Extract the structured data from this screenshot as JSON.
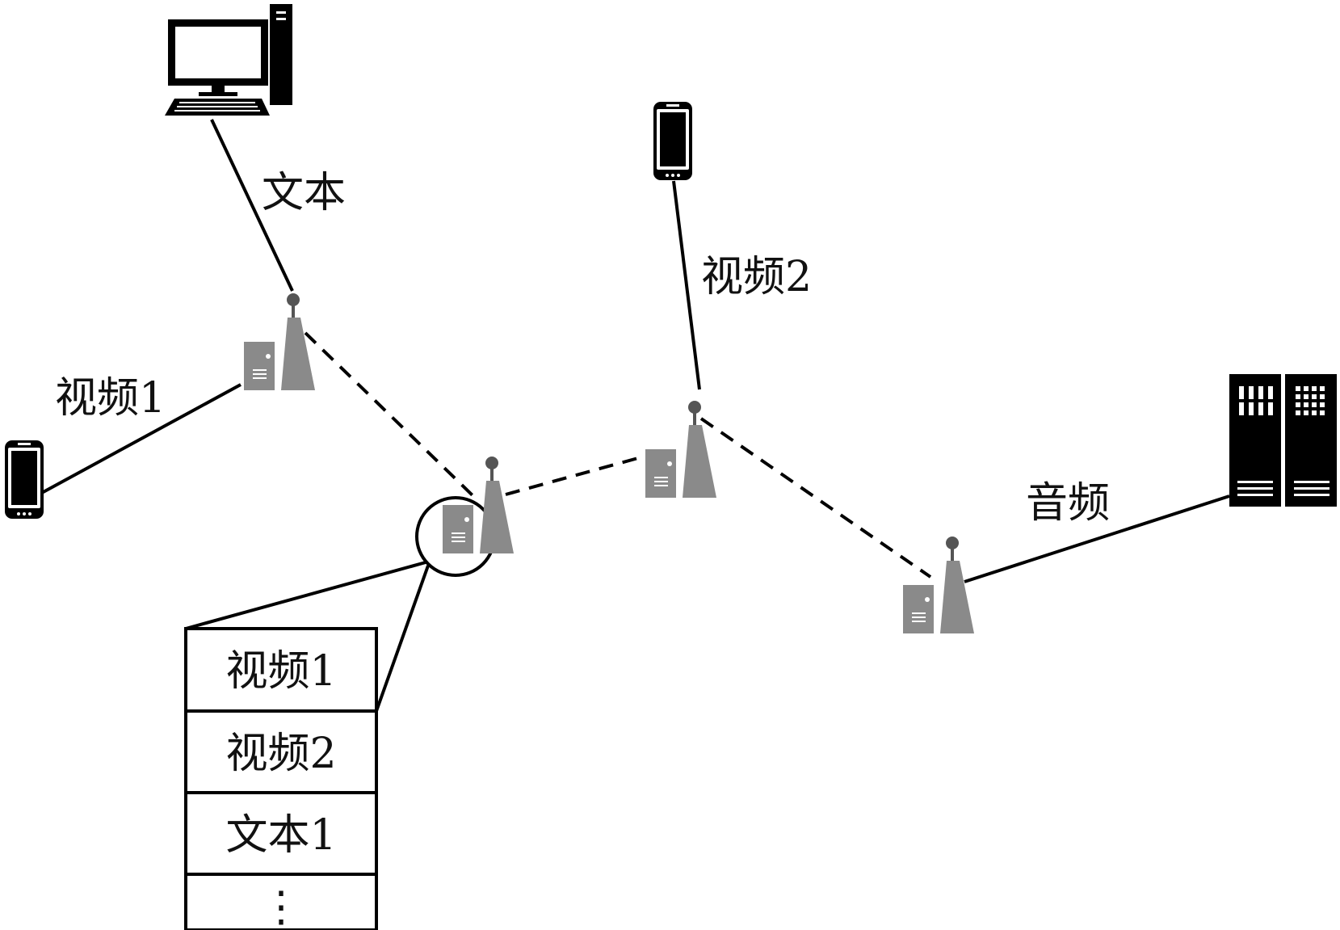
{
  "labels": {
    "link_text": "文本",
    "link_video1": "视频1",
    "link_video2": "视频2",
    "link_audio": "音频"
  },
  "cache_table": {
    "rows": [
      "视频1",
      "视频2",
      "文本1",
      "⋮"
    ]
  },
  "colors": {
    "device": "#000000",
    "base_station": "#8a8a8a",
    "line": "#000000"
  },
  "icons": {
    "desktop": "desktop-computer-icon",
    "phone": "smartphone-icon",
    "server": "server-rack-icon",
    "base_station": "base-station-icon"
  }
}
